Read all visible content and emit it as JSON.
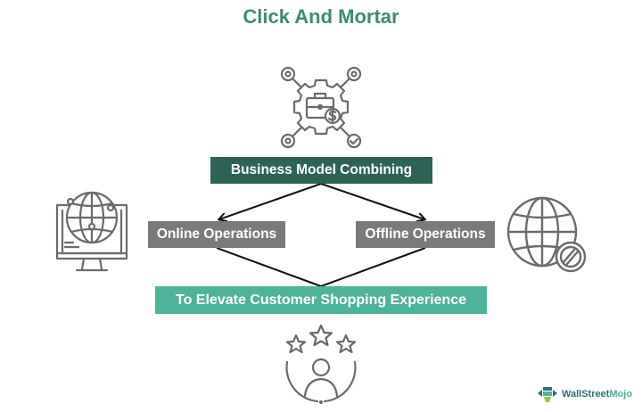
{
  "title": "Click And Mortar",
  "nodes": {
    "model": {
      "label": "Business Model Combining",
      "icon": "business-gear-network-icon"
    },
    "online": {
      "label": "Online Operations",
      "icon": "monitor-globe-icon"
    },
    "offline": {
      "label": "Offline Operations",
      "icon": "globe-blocked-icon"
    },
    "goal": {
      "label": "To Elevate Customer Shopping Experience",
      "icon": "customer-rating-stars-icon"
    }
  },
  "edges": [
    {
      "from": "model",
      "to": "online",
      "arrow": true
    },
    {
      "from": "model",
      "to": "offline",
      "arrow": true
    },
    {
      "from": "online",
      "to": "goal",
      "arrow": false
    },
    {
      "from": "offline",
      "to": "goal",
      "arrow": false
    }
  ],
  "colors": {
    "title": "#3f8a73",
    "model_box": "#2d6355",
    "operation_box": "#7a7a7a",
    "goal_box": "#4fb39a",
    "icon_stroke": "#6b6b6b"
  },
  "branding": {
    "name_part1": "WallStreet",
    "name_part2": "Mojo"
  }
}
